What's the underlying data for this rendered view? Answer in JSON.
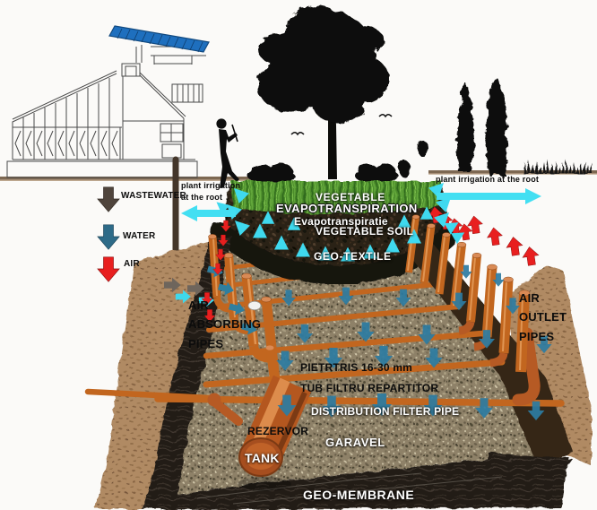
{
  "diagram": {
    "legend": {
      "wastewater_label": "WASTEWATER",
      "water_label": "WATER",
      "air_label": "AIR"
    },
    "irrigation_note_left": "plant irrigation\nat the root",
    "irrigation_note_right": "plant irrigation at the root",
    "layers": {
      "vegetable": "VEGETABLE",
      "evapotranspiration": "EVAPOTRANSPIRATION",
      "evapotranspiratie": "Evapotranspiratie",
      "vegetable_soil": "VEGETABLE SOIL",
      "geo_textile": "GEO-TEXTILE",
      "pietrtris": "PIETRTRIS 16-30 mm",
      "tub_filtru": "TUB FILTRU REPARTITOR",
      "distribution_filter_pipe": "DISTRIBUTION FILTER PIPE",
      "garavel": "GARAVEL",
      "geo_membrane": "GEO-MEMBRANE"
    },
    "pipes": {
      "air_absorbing": "AIR\nABSORBING\nPIPES",
      "air_outlet": "AIR\nOUTLET\nPIPES"
    },
    "tank": {
      "rezervor_label": "REZERVOR",
      "tank_label": "TANK"
    },
    "colors": {
      "pipe_orange": "#c2661f",
      "arrow_cyan": "#43dff2",
      "arrow_teal": "#2d7ca2",
      "arrow_red": "#e81f1f",
      "arrow_wastewater": "#4f443c",
      "solar_panel_blue": "#1e6fbe"
    }
  }
}
